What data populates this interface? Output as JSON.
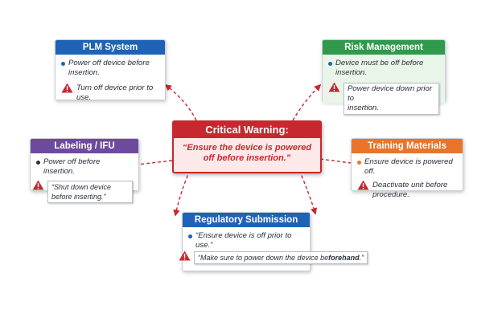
{
  "center": {
    "title": "Critical Warning:",
    "line1": "“Ensure the device is powered",
    "line2": "off before insertion.”"
  },
  "cards": {
    "plm": {
      "title": "PLM System",
      "color": "#1e63b5",
      "dot_color": "#1e63b5",
      "bullet": "Power off device before insertion.",
      "warning": "Turn off device prior to use."
    },
    "risk": {
      "title": "Risk Management",
      "color": "#2f9a4b",
      "dot_color": "#1e63b5",
      "bullet": "Device must be off before insertion.",
      "warning_line1": "Power device down prior to",
      "warning_line2": "insertion."
    },
    "labeling": {
      "title": "Labeling / IFU",
      "color": "#6e4a9e",
      "dot_color": "#2a2f3a",
      "bullet": "Power off before insertion.",
      "warning": "“Shut down device before inserting.”"
    },
    "training": {
      "title": "Training Materials",
      "color": "#e8752a",
      "dot_color": "#e8752a",
      "bullet": "Ensure device is powered off.",
      "warning": "Deactivate unit before procedure."
    },
    "regulatory": {
      "title": "Regulatory Submission",
      "color": "#1e63b5",
      "dot_color": "#1e63b5",
      "bullet": "“Ensure device is off prior to use.”",
      "warning_pre": "“Make sure to power down the device be",
      "warning_bold": "forehand",
      "warning_post": ".”"
    }
  },
  "colors": {
    "warning_red": "#c8272f",
    "arrow_red": "#c8272f"
  },
  "icons": {
    "warning": "warning-triangle-icon"
  }
}
